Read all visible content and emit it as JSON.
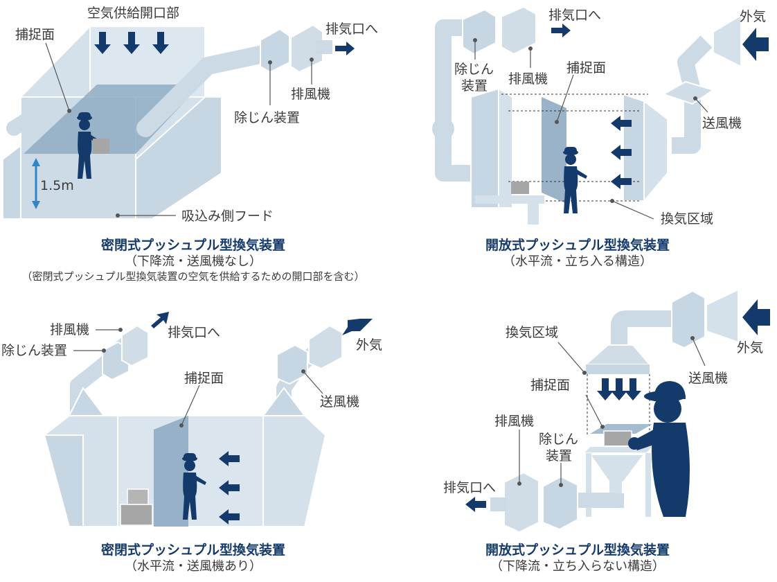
{
  "colors": {
    "equipment": "#d4e1eb",
    "equipment_dark": "#bccfdd",
    "capture_plane": "#8fabc3",
    "navy": "#14396b",
    "height_arrow": "#2e86c8",
    "box": "#a6a6a6"
  },
  "panels": {
    "tl": {
      "title": "密閉式プッシュプル型換気装置",
      "subtitle": "（下降流・送風機なし）",
      "note": "（密閉式プッシュプル型換気装置の空気を供給するための開口部を含む）",
      "labels": {
        "supply_opening": "空気供給開口部",
        "capture_surface": "捕捉面",
        "exhaust_to": "排気口へ",
        "exhaust_fan": "排風機",
        "dust_collector": "除じん装置",
        "height": "1.5m",
        "suction_hood": "吸込み側フード"
      }
    },
    "tr": {
      "title": "開放式プッシュプル型換気装置",
      "subtitle": "（水平流・立ち入る構造）",
      "labels": {
        "exhaust_to": "排気口へ",
        "outside_air": "外気",
        "dust_collector_1": "除じん",
        "dust_collector_2": "装置",
        "exhaust_fan": "排風機",
        "capture_surface": "捕捉面",
        "supply_fan": "送風機",
        "ventilation_zone": "換気区域"
      }
    },
    "bl": {
      "title": "密閉式プッシュプル型換気装置",
      "subtitle": "（水平流・送風機あり）",
      "labels": {
        "exhaust_fan": "排風機",
        "exhaust_to": "排気口へ",
        "dust_collector": "除じん装置",
        "outside_air": "外気",
        "capture_surface": "捕捉面",
        "supply_fan": "送風機"
      }
    },
    "br": {
      "title": "開放式プッシュプル型換気装置",
      "subtitle": "（下降流・立ち入らない構造）",
      "labels": {
        "outside_air": "外気",
        "ventilation_zone": "換気区域",
        "supply_fan": "送風機",
        "capture_surface": "捕捉面",
        "exhaust_fan": "排風機",
        "dust_collector_1": "除じん",
        "dust_collector_2": "装置",
        "exhaust_to": "排気口へ"
      }
    }
  }
}
